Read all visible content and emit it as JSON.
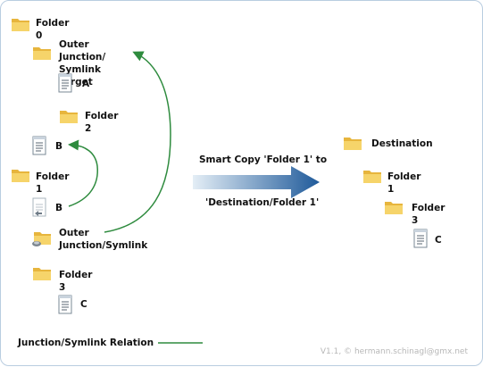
{
  "tree": {
    "folder0": "Folder 0",
    "outer_target": "Outer Junction/\nSymlink Target",
    "file_a": "A",
    "folder2": "Folder 2",
    "file_b": "B",
    "folder1": "Folder 1",
    "file_b_link": "B",
    "outer_link": "Outer\nJunction/Symlink",
    "folder3": "Folder 3",
    "file_c": "C"
  },
  "operation": {
    "line1": "Smart Copy 'Folder 1' to",
    "line2": "'Destination/Folder 1'"
  },
  "destination": {
    "root": "Destination",
    "folder1": "Folder 1",
    "folder3": "Folder 3",
    "file_c": "C"
  },
  "legend": {
    "label": "Junction/Symlink Relation",
    "color": "#2e8b3e"
  },
  "footer": {
    "version": "V1.1, © hermann.schinagl@gmx.net"
  },
  "colors": {
    "folder": "#f5cf55",
    "arrow_start": "#d6e6f2",
    "arrow_end": "#1f5a9a",
    "link": "#2e8b3e"
  }
}
